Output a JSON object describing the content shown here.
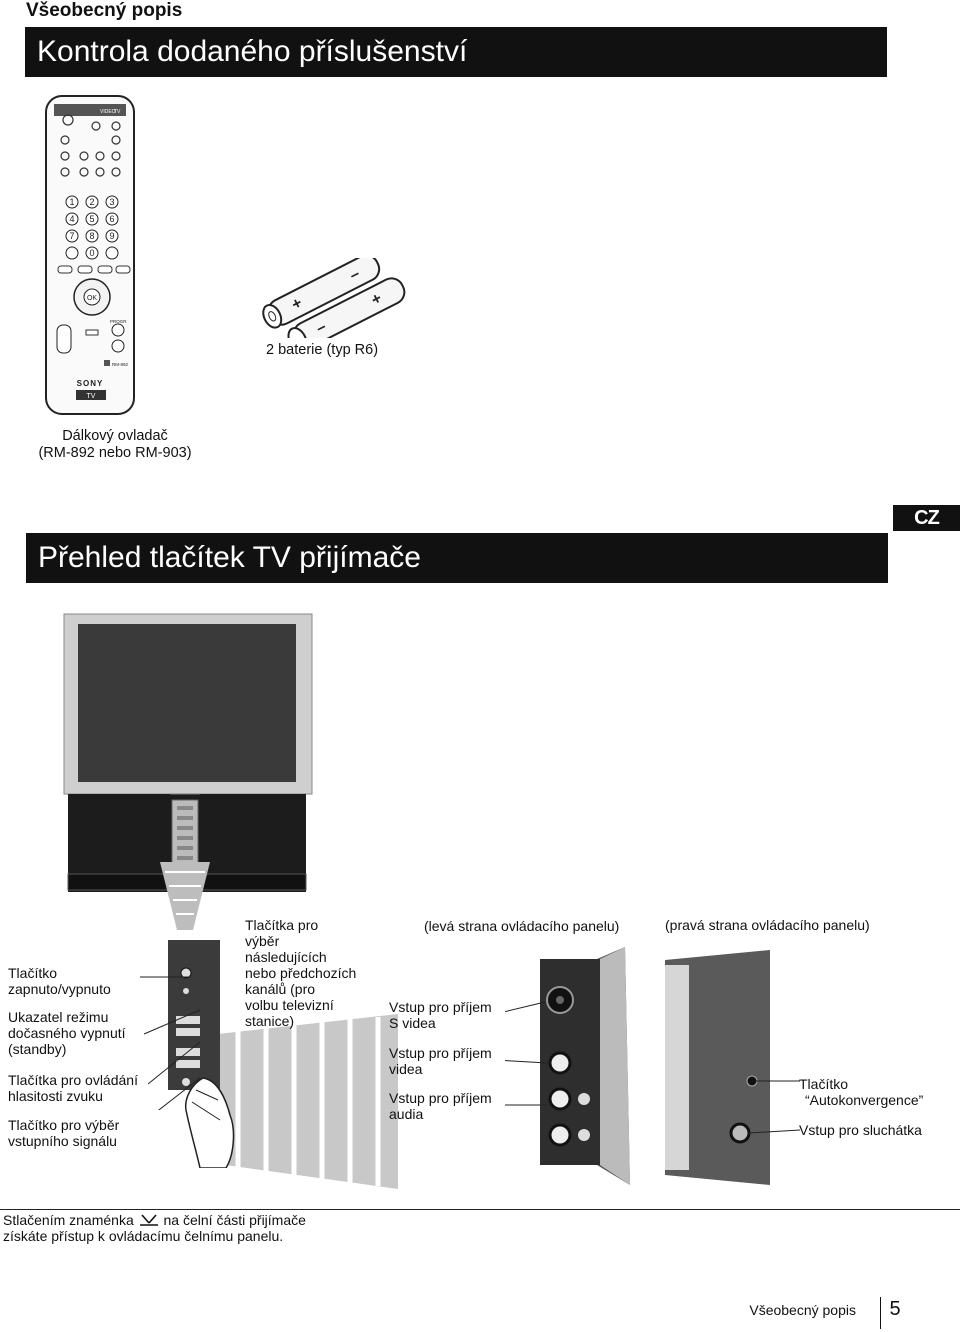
{
  "header": {
    "section": "Všeobecný popis"
  },
  "accessories": {
    "title": "Kontrola dodaného příslušenství",
    "batteries_caption": "2 baterie (typ R6)",
    "remote_caption_line1": "Dálkový ovladač",
    "remote_caption_line2": "(RM-892 nebo RM-903)",
    "remote": {
      "brand": "SONY",
      "model_badge": "TV",
      "top_labels": [
        "VIDEO",
        "TV"
      ],
      "digits": [
        "1",
        "2",
        "3",
        "4",
        "5",
        "6",
        "7",
        "8",
        "9",
        "0"
      ],
      "ok": "OK",
      "progr": "PROGR",
      "model_tag": "RM-892"
    }
  },
  "overview": {
    "title": "Přehled tlačítek TV přijímače",
    "lang_badge": "CZ",
    "left_labels": {
      "power_l1": "Tlačítko",
      "power_l2": "zapnuto/vypnuto",
      "standby_l1": "Ukazatel režimu",
      "standby_l2": "dočasného vypnutí",
      "standby_l3": "(standby)",
      "volume_l1": "Tlačítka pro ovládání",
      "volume_l2": "hlasitosti zvuku",
      "input_l1": "Tlačítko pro výběr",
      "input_l2": "vstupního signálu"
    },
    "channel_labels": [
      "Tlačítka pro",
      "výběr",
      "následujících",
      "nebo předchozích",
      "kanálů (pro",
      "volbu televizní",
      "stanice)"
    ],
    "left_panel": {
      "title": "(levá strana ovládacího panelu)",
      "svideo_l1": "Vstup pro příjem",
      "svideo_l2": "S videa",
      "video_l1": "Vstup pro příjem",
      "video_l2": "videa",
      "audio_l1": "Vstup pro příjem",
      "audio_l2": "audia"
    },
    "right_panel": {
      "title": "(pravá strana ovládacího panelu)",
      "conv_l1": "Tlačítko",
      "conv_l2": "“Autokonvergence”",
      "headphones": "Vstup pro sluchátka"
    },
    "note_part1": "Stlačením znaménka",
    "note_part2": "na čelní části přijímače",
    "note_line2": "získáte přístup k ovládacímu čelnímu panelu."
  },
  "footer": {
    "section": "Všeobecný popis",
    "page": "5"
  }
}
